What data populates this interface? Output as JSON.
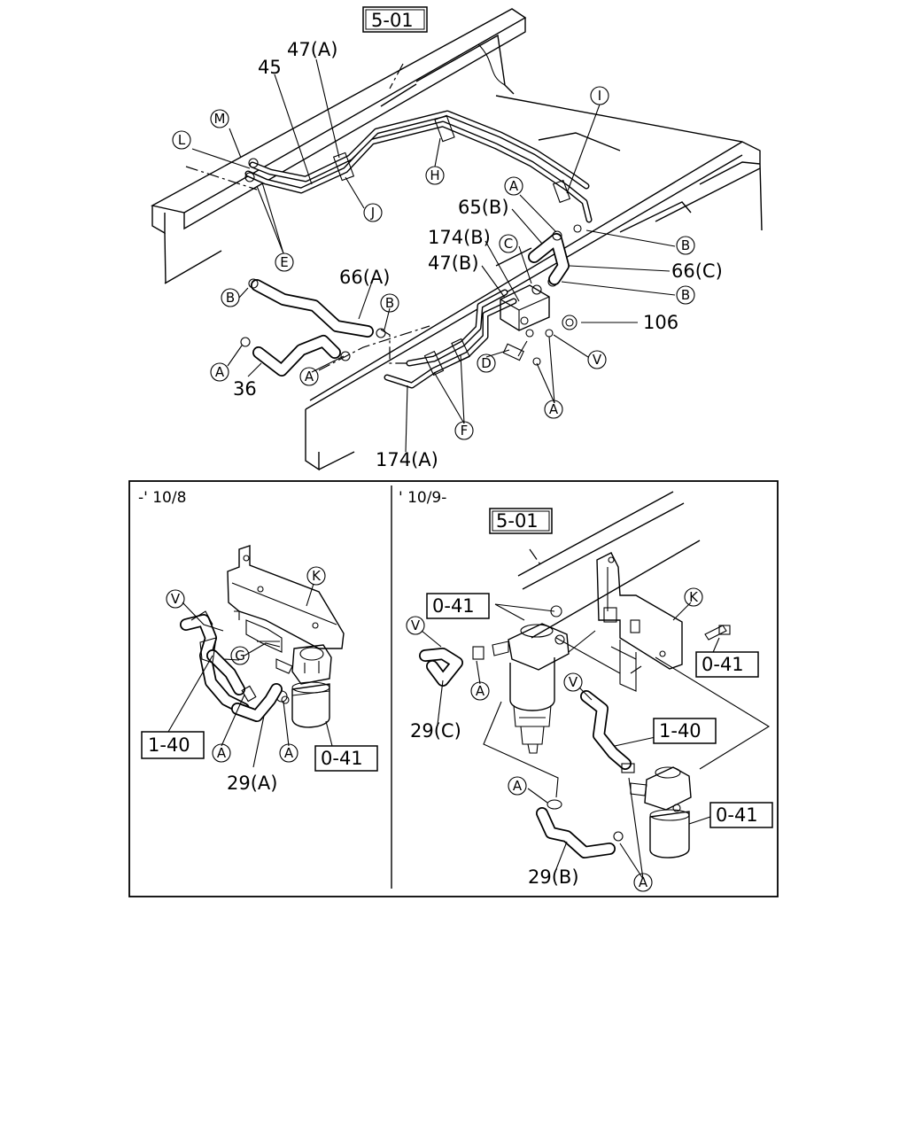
{
  "refs": {
    "r501_top": "5-01",
    "r501_right": "5-01",
    "r041_a": "0-41",
    "r041_b": "0-41",
    "r041_c": "0-41",
    "r041_d": "0-41",
    "r140_a": "1-40",
    "r140_b": "1-40"
  },
  "parts": {
    "p47A": "47(A)",
    "p45": "45",
    "p65B": "65(B)",
    "p174B": "174(B)",
    "p47B": "47(B)",
    "p66C": "66(C)",
    "p66A": "66(A)",
    "p106": "106",
    "p36": "36",
    "p174A": "174(A)",
    "p29A": "29(A)",
    "p29C": "29(C)",
    "p29B": "29(B)"
  },
  "callouts": {
    "M": "M",
    "L": "L",
    "E": "E",
    "J": "J",
    "H": "H",
    "I": "I",
    "A1": "A",
    "B1": "B",
    "C1": "C",
    "B2": "B",
    "B3": "B",
    "B4": "B",
    "D1": "D",
    "V1": "V",
    "A2": "A",
    "A3": "A",
    "A4": "A",
    "F1": "F",
    "K1": "K",
    "V2": "V",
    "G1": "G",
    "A5": "A",
    "A6": "A",
    "V3": "V",
    "A7": "A",
    "K2": "K",
    "V4": "V",
    "A8": "A",
    "A9": "A"
  },
  "insets": {
    "left_label": "-' 10/8",
    "right_label": "' 10/9-"
  }
}
